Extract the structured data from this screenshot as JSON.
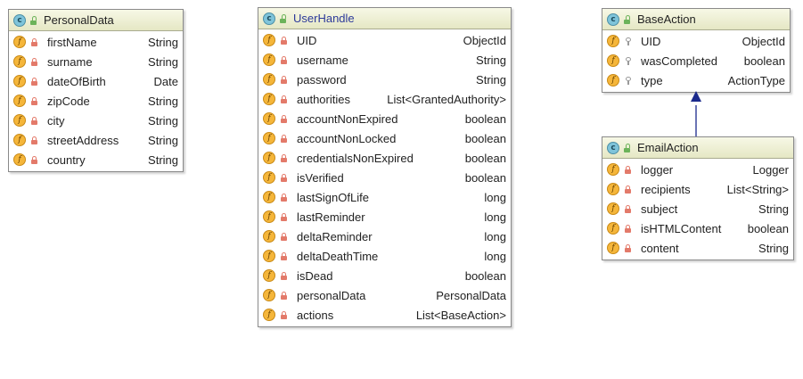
{
  "classes": {
    "personal_data": {
      "name": "PersonalData",
      "fields": [
        {
          "name": "firstName",
          "type": "String"
        },
        {
          "name": "surname",
          "type": "String"
        },
        {
          "name": "dateOfBirth",
          "type": "Date"
        },
        {
          "name": "zipCode",
          "type": "String"
        },
        {
          "name": "city",
          "type": "String"
        },
        {
          "name": "streetAddress",
          "type": "String"
        },
        {
          "name": "country",
          "type": "String"
        }
      ]
    },
    "user_handle": {
      "name": "UserHandle",
      "fields": [
        {
          "name": "UID",
          "type": "ObjectId"
        },
        {
          "name": "username",
          "type": "String"
        },
        {
          "name": "password",
          "type": "String"
        },
        {
          "name": "authorities",
          "type": "List<GrantedAuthority>"
        },
        {
          "name": "accountNonExpired",
          "type": "boolean"
        },
        {
          "name": "accountNonLocked",
          "type": "boolean"
        },
        {
          "name": "credentialsNonExpired",
          "type": "boolean"
        },
        {
          "name": "isVerified",
          "type": "boolean"
        },
        {
          "name": "lastSignOfLife",
          "type": "long"
        },
        {
          "name": "lastReminder",
          "type": "long"
        },
        {
          "name": "deltaReminder",
          "type": "long"
        },
        {
          "name": "deltaDeathTime",
          "type": "long"
        },
        {
          "name": "isDead",
          "type": "boolean"
        },
        {
          "name": "personalData",
          "type": "PersonalData"
        },
        {
          "name": "actions",
          "type": "List<BaseAction>"
        }
      ]
    },
    "base_action": {
      "name": "BaseAction",
      "fields": [
        {
          "name": "UID",
          "type": "ObjectId"
        },
        {
          "name": "wasCompleted",
          "type": "boolean"
        },
        {
          "name": "type",
          "type": "ActionType"
        }
      ]
    },
    "email_action": {
      "name": "EmailAction",
      "fields": [
        {
          "name": "logger",
          "type": "Logger"
        },
        {
          "name": "recipients",
          "type": "List<String>"
        },
        {
          "name": "subject",
          "type": "String"
        },
        {
          "name": "isHTMLContent",
          "type": "boolean"
        },
        {
          "name": "content",
          "type": "String"
        }
      ]
    }
  },
  "icons": {
    "class_glyph": "c",
    "field_glyph": "f",
    "class_icon": "class-icon",
    "field_icon": "field-icon",
    "private_icon": "lock-icon",
    "protected_icon": "key-icon",
    "public_icon": "unlock-icon"
  },
  "colors": {
    "header_bg": "#e9ebc9",
    "class_icon": "#7fc4da",
    "field_icon": "#f5b63a",
    "private_lock": "#e37a6a",
    "protected_key": "#9a9a9a",
    "arrow": "#1b2a8c",
    "highlight_title": "#2d3a9a"
  }
}
